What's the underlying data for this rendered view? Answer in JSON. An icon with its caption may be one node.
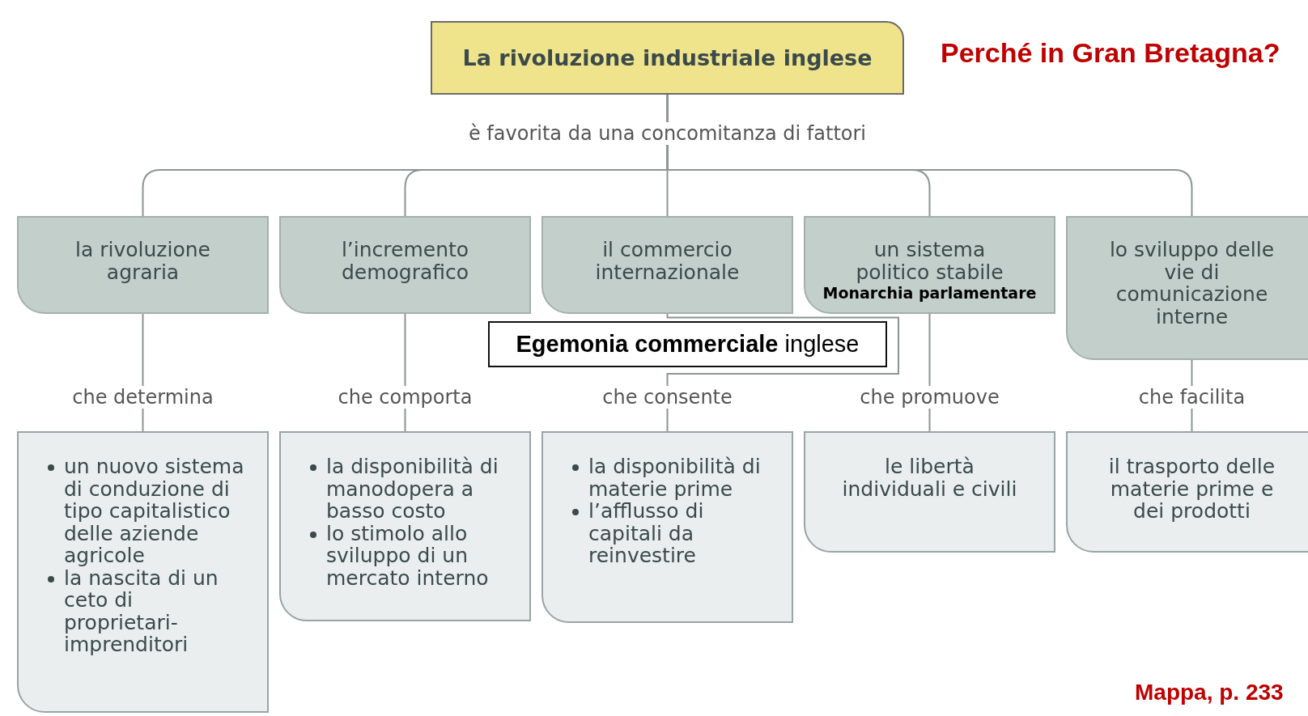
{
  "diagram": {
    "nodes": [
      {
        "text": [
          "La rivoluzione industriale inglese"
        ]
      },
      {
        "text": [
          "la rivoluzione agraria"
        ]
      },
      {
        "text": [
          "l’incremento demografico"
        ]
      },
      {
        "text": [
          "il commercio internazionale"
        ]
      },
      {
        "text": [
          "un sistema politico stabile",
          "Monarchia parlamentare"
        ]
      },
      {
        "text": [
          "lo sviluppo delle vie di comunicazione interne"
        ]
      },
      {
        "text": [
          "**Egemonia commerciale** inglese"
        ]
      },
      {
        "text": [
          "un nuovo sistema di conduzione di tipo capitalistico delle aziende agricole",
          "la nascita di un ceto di proprietari-imprenditori"
        ]
      },
      {
        "text": [
          "la disponibilità di manodopera a basso costo",
          "lo stimolo allo sviluppo di un mercato interno"
        ]
      },
      {
        "text": [
          "la disponibilità di materie prime",
          "l’afflusso di capitali da reinvestire"
        ]
      },
      {
        "text": [
          "le libertà individuali e civili"
        ]
      },
      {
        "text": [
          "il trasporto delle materie prime e dei prodotti"
        ]
      }
    ],
    "edges": [
      {
        "from": 0,
        "to": 1,
        "arrow": "none"
      },
      {
        "from": 0,
        "to": 2,
        "arrow": "none"
      },
      {
        "from": 0,
        "to": 3,
        "arrow": "none",
        "label": "è favorita da una concomitanza di fattori"
      },
      {
        "from": 0,
        "to": 4,
        "arrow": "none"
      },
      {
        "from": 0,
        "to": 5,
        "arrow": "none"
      },
      {
        "from": 1,
        "to": 7,
        "arrow": "none",
        "label": "che determina"
      },
      {
        "from": 2,
        "to": 8,
        "arrow": "none",
        "label": "che comporta"
      },
      {
        "from": 3,
        "to": 9,
        "arrow": "none",
        "label": "che consente"
      },
      {
        "from": 4,
        "to": 10,
        "arrow": "none",
        "label": "che promuove"
      },
      {
        "from": 5,
        "to": 11,
        "arrow": "none",
        "label": "che facilita"
      }
    ],
    "labels": [
      "Perché in Gran Bretagna?",
      "Mappa, p. 233"
    ]
  }
}
